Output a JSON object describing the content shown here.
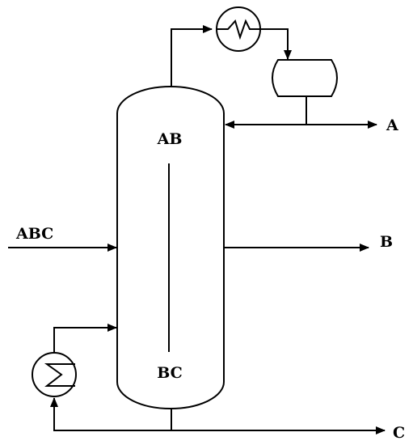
{
  "labels": {
    "column_top": "AB",
    "column_bottom": "BC",
    "feed": "ABC",
    "distillate": "A",
    "side_draw": "B",
    "bottoms": "C"
  }
}
